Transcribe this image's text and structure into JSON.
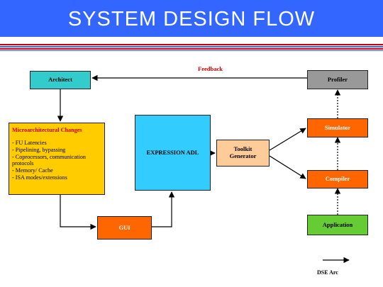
{
  "slide": {
    "title": "SYSTEM DESIGN FLOW"
  },
  "diagram": {
    "architect": "Architect",
    "profiler": "Profiler",
    "feedback_label": "Feedback",
    "microarch": {
      "heading": "Microarchitectural Changes",
      "items": [
        "- FU Latencies",
        "- Pipelining, bypassing",
        "- Coprocessors, communication protocols",
        "- Memory/ Cache",
        "- ISA modes/extensions"
      ]
    },
    "expression_adl": "EXPRESSION ADL",
    "toolkit_generator": "Toolkit Generator",
    "simulator": "Simulator",
    "compiler": "Compiler",
    "gui": "GUI",
    "application": "Application",
    "legend_label": "DSE Arc"
  },
  "colors": {
    "title_bar": "#3366ff",
    "architect": "#33cccc",
    "profiler": "#999999",
    "microarch": "#ffcc00",
    "microarch_heading": "#cc0000",
    "expression": "#33ccff",
    "toolkit": "#ffcc99",
    "orange_boxes": "#ff6600",
    "application": "#66cc33",
    "feedback_label": "#cc0000"
  }
}
